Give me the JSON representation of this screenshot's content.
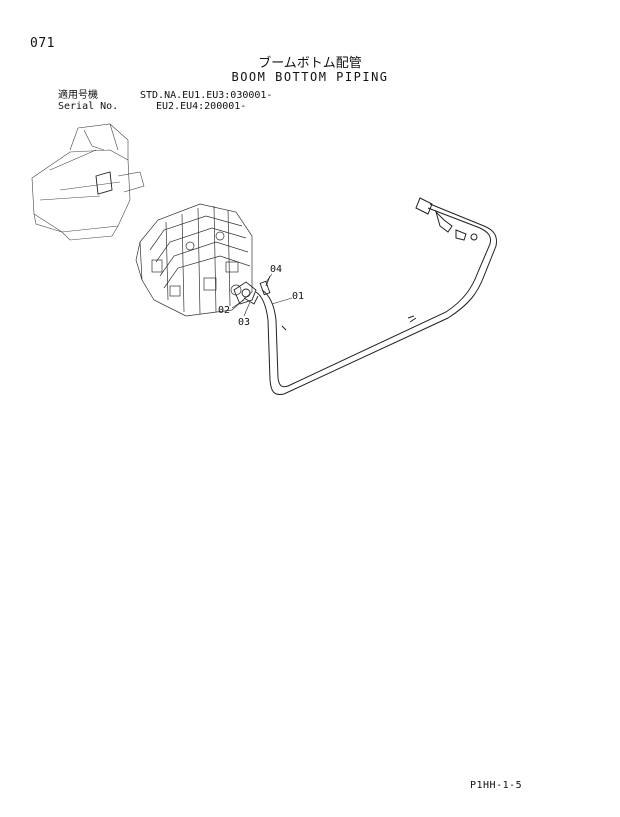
{
  "header": {
    "page_number": "071",
    "title_jp": "ブームボトム配管",
    "title_en": "BOOM BOTTOM PIPING"
  },
  "applicability": {
    "label_jp": "適用号機",
    "label_en": "Serial No.",
    "line1": "STD.NA.EU1.EU3:030001-",
    "line2": "EU2.EU4:200001-"
  },
  "callouts": {
    "c01": "01",
    "c02": "02",
    "c03": "03",
    "c04": "04"
  },
  "footer": {
    "code": "P1HH-1-5"
  }
}
